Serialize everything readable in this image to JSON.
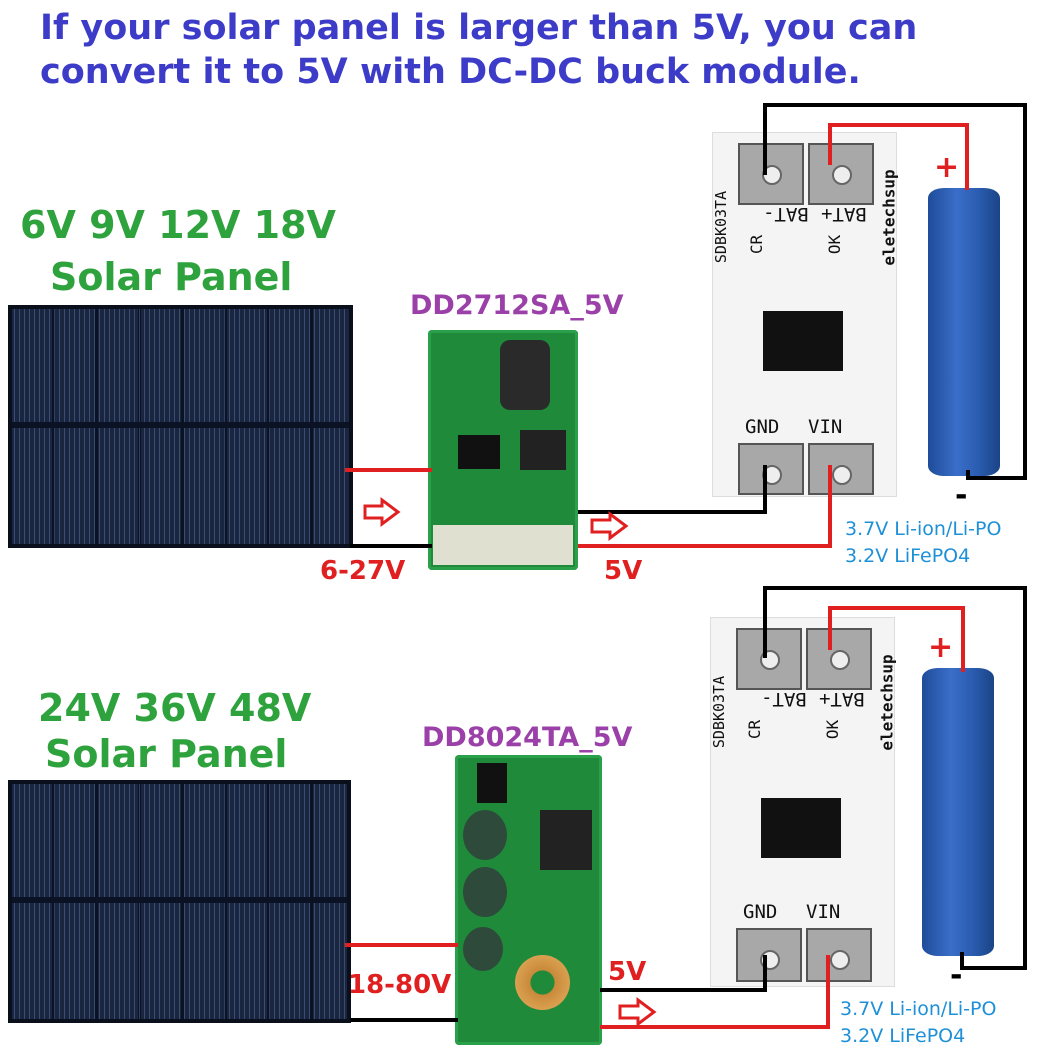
{
  "title": {
    "line1": "If your solar panel is larger than 5V, you can",
    "line2": "convert it to 5V with DC-DC buck module."
  },
  "section1": {
    "panel_voltages": "6V 9V 12V 18V",
    "panel_label": "Solar Panel",
    "module_name": "DD2712SA_5V",
    "input_range": "6-27V",
    "output_voltage": "5V",
    "charger": {
      "model": "SDBK03TA",
      "brand": "eletechsup",
      "bat_neg": "BAT-",
      "bat_pos": "BAT+",
      "cr": "CR",
      "ok": "OK",
      "gnd": "GND",
      "vin": "VIN"
    },
    "battery_plus": "+",
    "battery_minus": "-",
    "battery_types": [
      "3.7V Li-ion/Li-PO",
      "3.2V LiFePO4"
    ]
  },
  "section2": {
    "panel_voltages": "24V 36V 48V",
    "panel_label": "Solar Panel",
    "module_name": "DD8024TA_5V",
    "input_range": "18-80V",
    "output_voltage": "5V",
    "charger": {
      "model": "SDBK03TA",
      "brand": "eletechsup",
      "bat_neg": "BAT-",
      "bat_pos": "BAT+",
      "cr": "CR",
      "ok": "OK",
      "gnd": "GND",
      "vin": "VIN"
    },
    "battery_plus": "+",
    "battery_minus": "-",
    "battery_types": [
      "3.7V Li-ion/Li-PO",
      "3.2V LiFePO4"
    ]
  },
  "colors": {
    "title": "#3c3cc8",
    "panel_text": "#2ea23c",
    "module_text": "#9a40a8",
    "voltage_text": "#e02020",
    "battery_text": "#1e90d8",
    "wire_pos": "#e02020",
    "wire_neg": "#000000"
  }
}
